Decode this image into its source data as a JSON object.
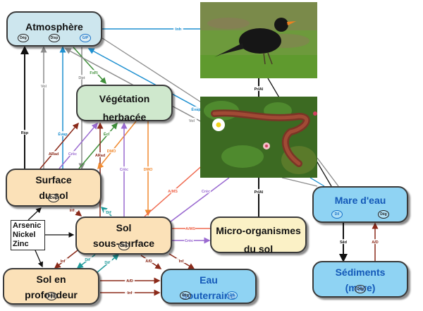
{
  "nodes": {
    "atmosphere": {
      "title": "Atmosphère",
      "badges": [
        "Dég",
        "Disp",
        "G/P"
      ]
    },
    "vegetation": {
      "title_line1": "Végétation",
      "title_line2": "herbacée"
    },
    "surface": {
      "title_line1": "Surface",
      "title_line2": "du sol",
      "badges": [
        "Dég"
      ]
    },
    "sous_surface": {
      "title_line1": "Sol",
      "title_line2": "sous-surface",
      "badges": [
        "Dég"
      ]
    },
    "profondeur": {
      "title_line1": "Sol en",
      "title_line2": "profondeur",
      "badges": [
        "Dég"
      ]
    },
    "eau_souterraine": {
      "title_line1": "Eau",
      "title_line2": "souterraine",
      "badges": [
        "Dég",
        "Dil"
      ]
    },
    "micro": {
      "title_line1": "Micro-organismes",
      "title_line2": "du sol"
    },
    "mare": {
      "title": "Mare d'eau",
      "badges": [
        "Dil",
        "Dég"
      ]
    },
    "sediments": {
      "title_line1": "Sédiments",
      "title_line2": "(mare)",
      "badges": [
        "Dég"
      ]
    }
  },
  "contaminants": [
    "Arsenic",
    "Nickel",
    "Zinc"
  ],
  "photos": {
    "bird": "blackbird-photo",
    "worm": "earthworm-photo"
  },
  "colors": {
    "black": "#111111",
    "grey": "#8c8c8c",
    "blue": "#1e90d0",
    "green": "#3f8f3a",
    "brown": "#8b2a1a",
    "purple": "#9a6ad0",
    "orange": "#f08a30",
    "salmon": "#ef6a50",
    "teal": "#1f9a9a"
  },
  "edges": [
    {
      "id": "inh",
      "label": "Inh",
      "color": "blue",
      "from": "bird",
      "to": "atmosphere"
    },
    {
      "id": "rsp",
      "label": "Rsp",
      "color": "black",
      "from": "surface",
      "to": "atmosphere"
    },
    {
      "id": "vol1",
      "label": "Vol",
      "color": "grey",
      "from": "surface",
      "to": "atmosphere"
    },
    {
      "id": "evap1",
      "label": "Évap",
      "color": "blue",
      "from": "surface",
      "to": "atmosphere"
    },
    {
      "id": "dpt",
      "label": "Dpt",
      "color": "grey",
      "from": "atmosphere",
      "to": "surface"
    },
    {
      "id": "fxfl",
      "label": "FxFl",
      "color": "green",
      "from": "atmosphere",
      "to": "vegetation"
    },
    {
      "id": "evap2",
      "label": "Évap",
      "color": "blue",
      "from": "worm",
      "to": "atmosphere"
    },
    {
      "id": "vol2",
      "label": "Vol",
      "color": "grey",
      "from": "worm",
      "to": "atmosphere"
    },
    {
      "id": "arad1",
      "label": "ARad",
      "color": "brown",
      "from": "surface",
      "to": "vegetation"
    },
    {
      "id": "crec1",
      "label": "Crèc",
      "color": "purple",
      "from": "surface",
      "to": "vegetation"
    },
    {
      "id": "ecl",
      "label": "Écl",
      "color": "green",
      "from": "surface",
      "to": "vegetation"
    },
    {
      "id": "arad2",
      "label": "ARad",
      "color": "brown",
      "from": "sous_surface",
      "to": "vegetation"
    },
    {
      "id": "dmo1",
      "label": "DMO",
      "color": "orange",
      "from": "vegetation",
      "to": "surface"
    },
    {
      "id": "crec2",
      "label": "Crèc",
      "color": "purple",
      "from": "sous_surface",
      "to": "vegetation"
    },
    {
      "id": "dmo2",
      "label": "DMO",
      "color": "orange",
      "from": "vegetation",
      "to": "sous_surface"
    },
    {
      "id": "ams1",
      "label": "A/MS",
      "color": "salmon",
      "from": "worm",
      "to": "sous_surface"
    },
    {
      "id": "crec3",
      "label": "Crèc",
      "color": "purple",
      "from": "sous_surface",
      "to": "worm"
    },
    {
      "id": "prai1",
      "label": "Pr/Al",
      "color": "black",
      "from": "bird",
      "to": "worm"
    },
    {
      "id": "prai2",
      "label": "Pr/Al",
      "color": "black",
      "from": "worm",
      "to": "micro"
    },
    {
      "id": "inf1",
      "label": "Inf",
      "color": "brown",
      "from": "surface",
      "to": "sous_surface"
    },
    {
      "id": "dif1",
      "label": "Dif",
      "color": "teal",
      "from": "sous_surface",
      "to": "surface"
    },
    {
      "id": "ams2",
      "label": "A/MS",
      "color": "salmon",
      "from": "sous_surface",
      "to": "micro"
    },
    {
      "id": "crec4",
      "label": "Crèc",
      "color": "purple",
      "from": "sous_surface",
      "to": "micro"
    },
    {
      "id": "inf2",
      "label": "Inf",
      "color": "brown",
      "from": "sous_surface",
      "to": "profondeur"
    },
    {
      "id": "dif2",
      "label": "Dif",
      "color": "teal",
      "from": "sous_surface",
      "to": "profondeur"
    },
    {
      "id": "dif3",
      "label": "Dif",
      "color": "teal",
      "from": "profondeur",
      "to": "sous_surface"
    },
    {
      "id": "ad1",
      "label": "A/D",
      "color": "brown",
      "from": "sous_surface",
      "to": "eau_souterraine"
    },
    {
      "id": "inf3",
      "label": "Inf",
      "color": "brown",
      "from": "sous_surface",
      "to": "eau_souterraine"
    },
    {
      "id": "ad2",
      "label": "A/D",
      "color": "brown",
      "from": "profondeur",
      "to": "eau_souterraine"
    },
    {
      "id": "inf4",
      "label": "Inf",
      "color": "brown",
      "from": "profondeur",
      "to": "eau_souterraine"
    },
    {
      "id": "sed",
      "label": "Séd",
      "color": "black",
      "from": "mare",
      "to": "sediments"
    },
    {
      "id": "ad3",
      "label": "A/D",
      "color": "brown",
      "from": "sediments",
      "to": "mare"
    }
  ]
}
